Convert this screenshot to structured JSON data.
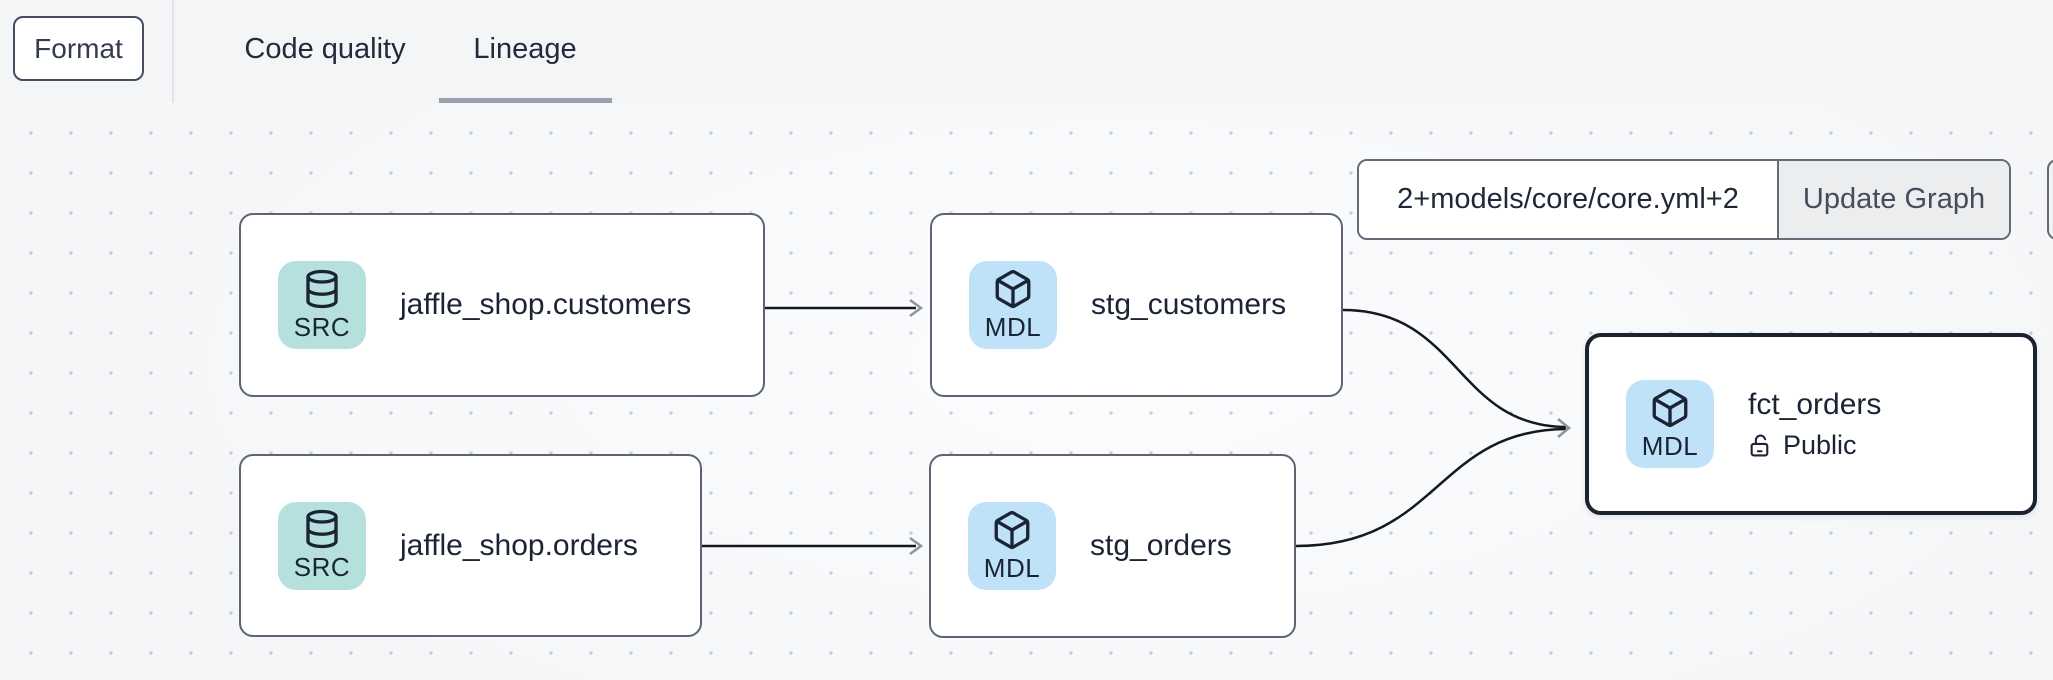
{
  "header": {
    "format_button": "Format",
    "tabs": [
      {
        "label": "Code quality",
        "active": false
      },
      {
        "label": "Lineage",
        "active": true
      }
    ]
  },
  "toolbar": {
    "selector_input_value": "2+models/core/core.yml+2",
    "update_graph_button": "Update Graph"
  },
  "graph": {
    "nodes": [
      {
        "id": "source-jaffle-shop-customers",
        "badge": "SRC",
        "kind": "source",
        "label": "jaffle_shop.customers"
      },
      {
        "id": "model-stg-customers",
        "badge": "MDL",
        "kind": "model",
        "label": "stg_customers"
      },
      {
        "id": "source-jaffle-shop-orders",
        "badge": "SRC",
        "kind": "source",
        "label": "jaffle_shop.orders"
      },
      {
        "id": "model-stg-orders",
        "badge": "MDL",
        "kind": "model",
        "label": "stg_orders"
      },
      {
        "id": "model-fct-orders",
        "badge": "MDL",
        "kind": "model",
        "label": "fct_orders",
        "access": "Public",
        "selected": true
      }
    ],
    "edges": [
      {
        "from": "jaffle_shop.customers",
        "to": "stg_customers"
      },
      {
        "from": "jaffle_shop.orders",
        "to": "stg_orders"
      },
      {
        "from": "stg_customers",
        "to": "fct_orders"
      },
      {
        "from": "stg_orders",
        "to": "fct_orders"
      }
    ]
  },
  "colors": {
    "source_badge_bg": "#b5e0dd",
    "model_badge_bg": "#bfe2f9",
    "selected_node_border": "#1b2230",
    "edge_line": "#15181d",
    "arrowhead": "#8d94a0",
    "tab_underline": "#9aa1ae"
  }
}
